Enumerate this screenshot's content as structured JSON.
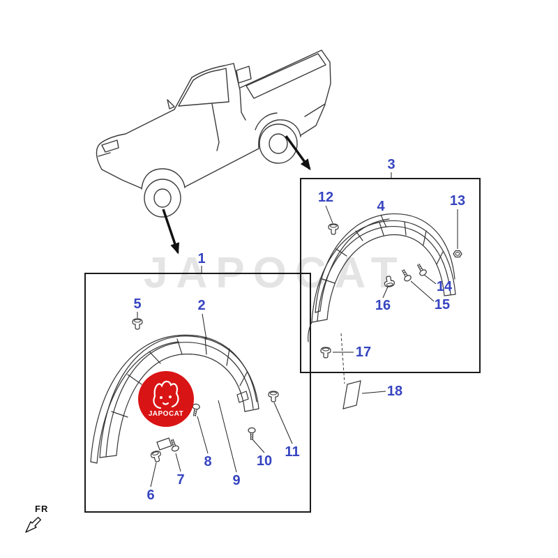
{
  "colors": {
    "callout": "#3644c0",
    "logo_red": "#d91414",
    "watermark": "#e4e4e4"
  },
  "watermark": {
    "text": "JAPOCAT"
  },
  "logo": {
    "text": "JAPOCAT"
  },
  "direction": {
    "label": "FR"
  },
  "callouts": [
    {
      "label": "1"
    },
    {
      "label": "2"
    },
    {
      "label": "3"
    },
    {
      "label": "4"
    },
    {
      "label": "5"
    },
    {
      "label": "6"
    },
    {
      "label": "7"
    },
    {
      "label": "8"
    },
    {
      "label": "9"
    },
    {
      "label": "10"
    },
    {
      "label": "11"
    },
    {
      "label": "12"
    },
    {
      "label": "13"
    },
    {
      "label": "14"
    },
    {
      "label": "15"
    },
    {
      "label": "16"
    },
    {
      "label": "17"
    },
    {
      "label": "18"
    }
  ]
}
